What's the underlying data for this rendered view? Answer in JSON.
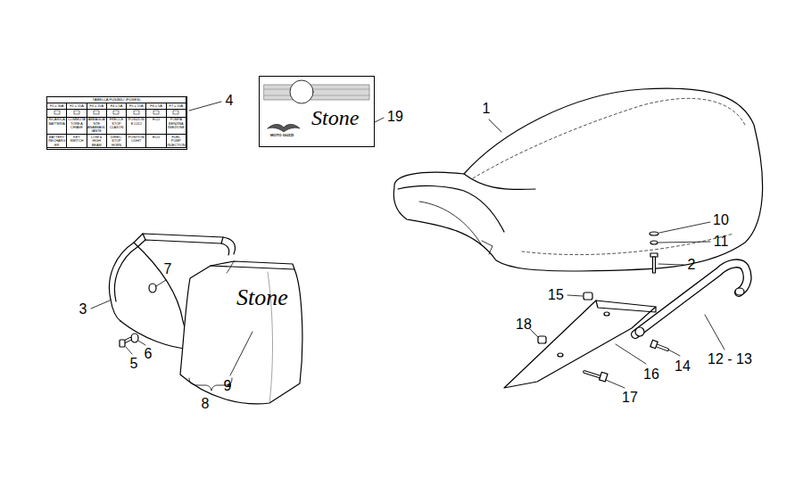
{
  "diagram": {
    "nodes": [
      {
        "text": [
          "TABELLA FUSIBILI (FUSES)",
          "F1 = 30A",
          "F2 = 15A",
          "F3 = 15A",
          "F4 = 5A",
          "F5 = 15A",
          "F6 = 5A",
          "F7 = 10A",
          "RICARICA BATTERIA",
          "COMMUTATORE A CHIAVE",
          "ABBAGLIANTE ANABBAGLIANTE",
          "FRECCE STOP CLAXON",
          "POSIZIONE LUCI",
          "ECU",
          "POMPA BENZINA INIEZIONE",
          "BATTERY RECHARGER",
          "KEY SWITCH",
          "LOW & HIGH BEAM",
          "DIREC. STOP HORN",
          "POSITION LIGHT",
          "ECU",
          "FUEL PUMP INJECTION"
        ]
      },
      {
        "text": [
          "MOTO GUZZI",
          "Stone"
        ]
      }
    ],
    "labels": [
      "4",
      "19",
      "1",
      "10",
      "11",
      "2",
      "7",
      "3",
      "6",
      "5",
      "15",
      "18",
      "12 - 13",
      "14",
      "16",
      "9",
      "8",
      "17",
      "Stone"
    ]
  }
}
